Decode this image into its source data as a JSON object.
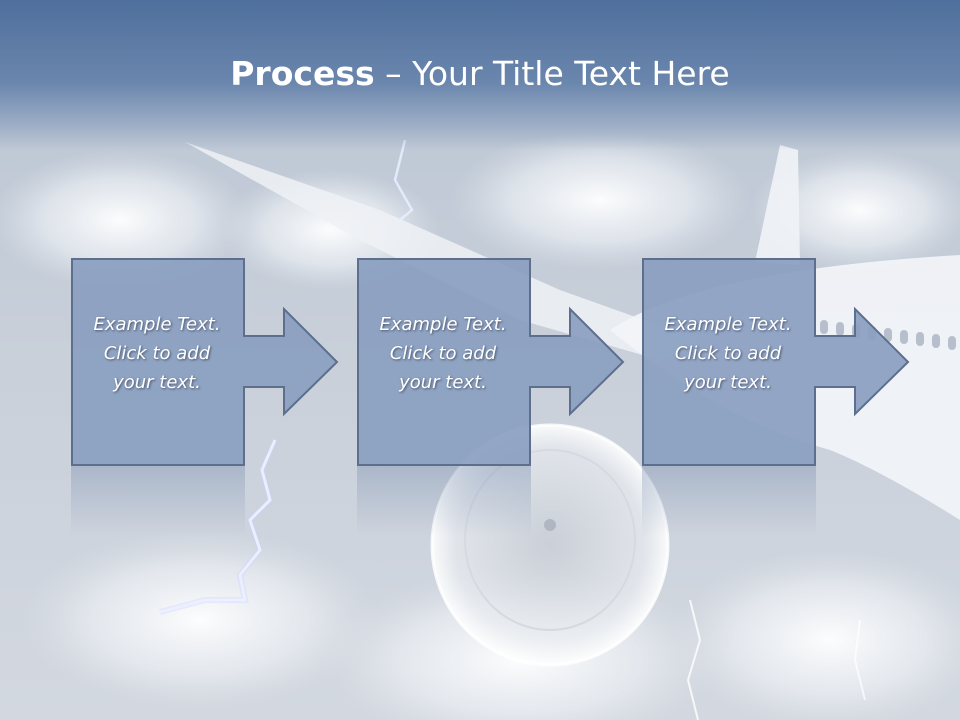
{
  "slide": {
    "title_bold": "Process",
    "title_rest": " – Your Title Text Here"
  },
  "steps": [
    {
      "line1": "Example Text.",
      "line2": "Click  to add",
      "line3": "your text."
    },
    {
      "line1": "Example Text.",
      "line2": "Click  to add",
      "line3": "your text."
    },
    {
      "line1": "Example Text.",
      "line2": "Click  to add",
      "line3": "your text."
    }
  ],
  "colors": {
    "box_fill": "#8a9ec0",
    "box_stroke": "#5d6f8d",
    "title_band": "#5a78a3",
    "text": "#ffffff"
  }
}
